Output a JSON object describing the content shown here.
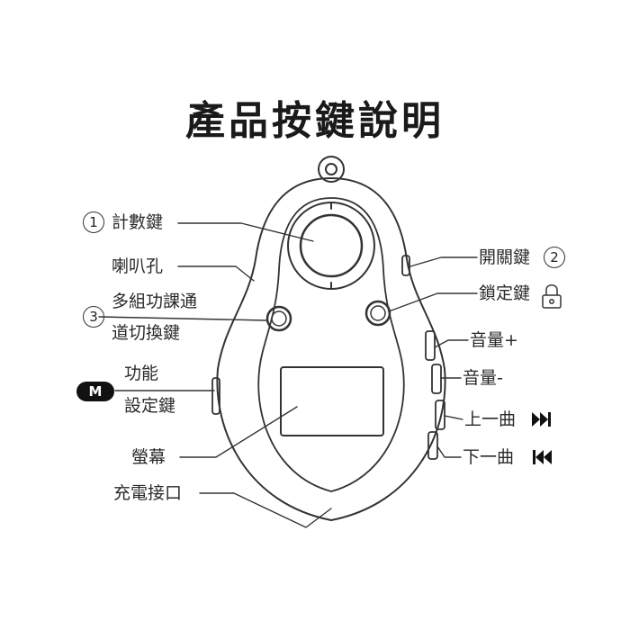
{
  "title": "產品按鍵說明",
  "labels": {
    "count_key": "計數鍵",
    "speaker_hole": "喇叭孔",
    "multi_line1": "多組功課通",
    "multi_line2": "道切換鍵",
    "function_line1": "功能",
    "function_line2": "設定鍵",
    "screen": "螢幕",
    "charging_port": "充電接口",
    "power_key": "開關鍵",
    "lock_key": "鎖定鍵",
    "volume_up": "音量+",
    "volume_down": "音量-",
    "prev_track": "上一曲",
    "next_track": "下一曲"
  },
  "markers": {
    "one": "1",
    "two": "2",
    "three": "3",
    "m": "M"
  },
  "colors": {
    "outline": "#333333",
    "pill": "#111111"
  }
}
